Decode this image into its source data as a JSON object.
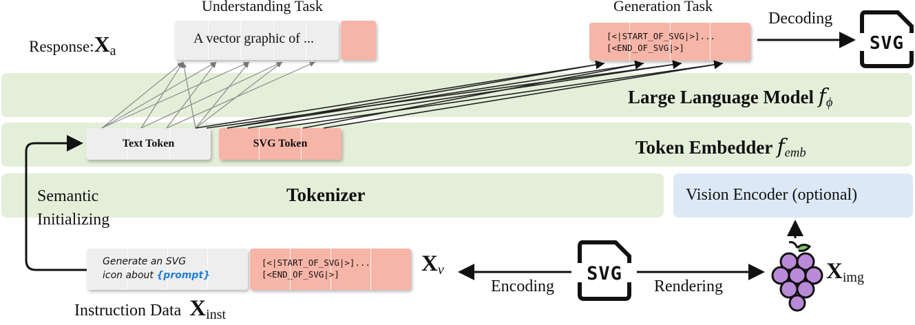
{
  "understanding_task": {
    "title": "Understanding Task",
    "response_label": "Response:",
    "response_symbol": "X",
    "response_sub": "a",
    "response_text": "A vector graphic of ..."
  },
  "generation_task": {
    "title": "Generation Task",
    "line1": "[<|START_OF_SVG|>]...",
    "line2": "[<END_OF_SVG|>]"
  },
  "decoding": {
    "label": "Decoding",
    "icon": "svg-file-icon"
  },
  "layers": {
    "llm": {
      "label": "Large Language Model",
      "symbol": "f",
      "sub": "ϕ"
    },
    "embedder": {
      "label": "Token Embedder",
      "symbol": "f",
      "sub": "emb"
    },
    "tokenizer": {
      "label": "Tokenizer"
    },
    "vision_encoder": {
      "label": "Vision Encoder (optional)"
    }
  },
  "tokens": {
    "text_token": "Text Token",
    "svg_token": "SVG Token"
  },
  "semantic_init": {
    "line1": "Semantic",
    "line2": "Initializing"
  },
  "instruction": {
    "line1": "Generate an SVG",
    "line2_prefix": "icon about ",
    "prompt": "{prompt}",
    "svg_line1": "[<|START_OF_SVG|>]...",
    "svg_line2": "[<END_OF_SVG|>]",
    "caption": "Instruction Data",
    "symbol": "X",
    "symbol_sub": "inst"
  },
  "xv": {
    "symbol": "X",
    "sub": "v"
  },
  "ximg": {
    "symbol": "X",
    "sub": "img"
  },
  "encoding_label": "Encoding",
  "rendering_label": "Rendering",
  "colors": {
    "band_green": "#e4efda",
    "band_blue": "#dce8f5",
    "token_pink": "#f7b5a8",
    "token_gray": "#eeeeee",
    "grape_purple": "#b98ad8",
    "prompt_blue": "#1f7ed8"
  }
}
